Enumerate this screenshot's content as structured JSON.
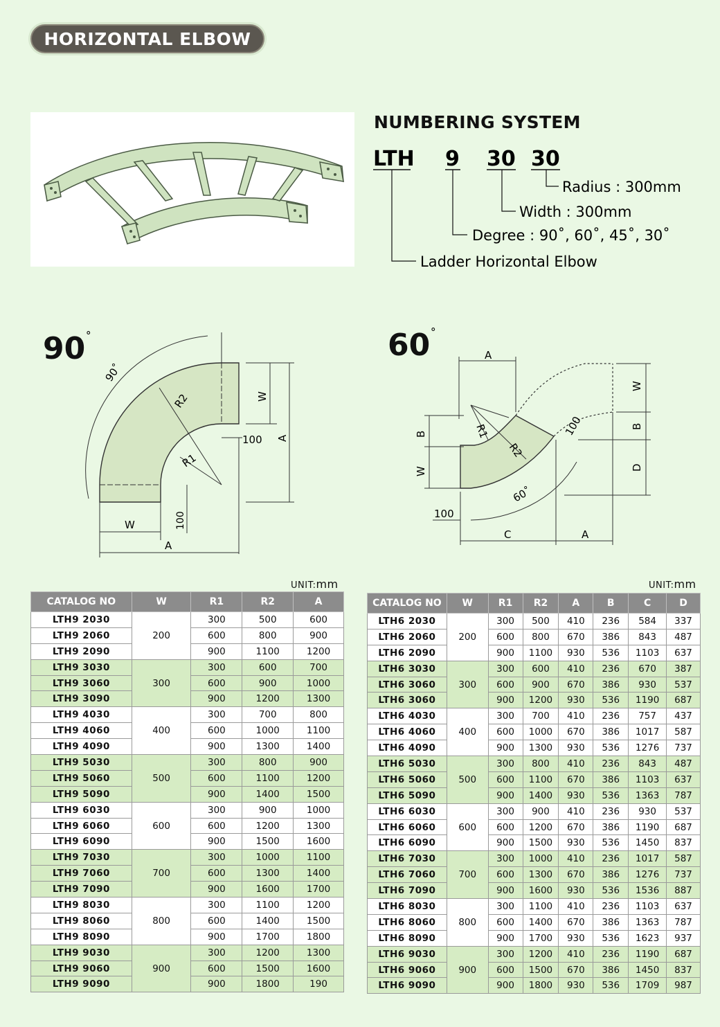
{
  "header": {
    "title": "HORIZONTAL ELBOW"
  },
  "numbering": {
    "title": "NUMBERING SYSTEM",
    "codes": [
      "LTH",
      "9",
      "30",
      "30"
    ],
    "legend": {
      "radius": "Radius : 300mm",
      "width": "Width : 300mm",
      "degree": "Degree : 90˚, 60˚, 45˚, 30˚",
      "type": "Ladder Horizontal Elbow"
    }
  },
  "diagram90": {
    "title": "90",
    "deg_mark": "˚",
    "arc_label": "90˚",
    "labels": {
      "r1": "R1",
      "r2": "R2",
      "w_top": "W",
      "w_bottom": "W",
      "a_right": "A",
      "a_bottom": "A",
      "d100_right": "100",
      "d100_bottom": "100"
    }
  },
  "diagram60": {
    "title": "60",
    "deg_mark": "˚",
    "arc_label": "60˚",
    "labels": {
      "a_top": "A",
      "a_bottom": "A",
      "c": "C",
      "b_left": "B",
      "w_left": "W",
      "w_right": "W",
      "b_right": "B",
      "d": "D",
      "r1": "R1",
      "r2": "R2",
      "d100_left": "100",
      "d100_right": "100"
    }
  },
  "table90": {
    "unit_prefix": "UNIT:",
    "unit": "mm",
    "headers": [
      "CATALOG NO",
      "W",
      "R1",
      "R2",
      "A"
    ],
    "groups": [
      {
        "w": "200",
        "rows": [
          [
            "LTH9 2030",
            "300",
            "500",
            "600"
          ],
          [
            "LTH9 2060",
            "600",
            "800",
            "900"
          ],
          [
            "LTH9 2090",
            "900",
            "1100",
            "1200"
          ]
        ]
      },
      {
        "w": "300",
        "rows": [
          [
            "LTH9 3030",
            "300",
            "600",
            "700"
          ],
          [
            "LTH9 3060",
            "600",
            "900",
            "1000"
          ],
          [
            "LTH9 3090",
            "900",
            "1200",
            "1300"
          ]
        ]
      },
      {
        "w": "400",
        "rows": [
          [
            "LTH9 4030",
            "300",
            "700",
            "800"
          ],
          [
            "LTH9 4060",
            "600",
            "1000",
            "1100"
          ],
          [
            "LTH9 4090",
            "900",
            "1300",
            "1400"
          ]
        ]
      },
      {
        "w": "500",
        "rows": [
          [
            "LTH9 5030",
            "300",
            "800",
            "900"
          ],
          [
            "LTH9 5060",
            "600",
            "1100",
            "1200"
          ],
          [
            "LTH9 5090",
            "900",
            "1400",
            "1500"
          ]
        ]
      },
      {
        "w": "600",
        "rows": [
          [
            "LTH9 6030",
            "300",
            "900",
            "1000"
          ],
          [
            "LTH9 6060",
            "600",
            "1200",
            "1300"
          ],
          [
            "LTH9 6090",
            "900",
            "1500",
            "1600"
          ]
        ]
      },
      {
        "w": "700",
        "rows": [
          [
            "LTH9 7030",
            "300",
            "1000",
            "1100"
          ],
          [
            "LTH9 7060",
            "600",
            "1300",
            "1400"
          ],
          [
            "LTH9 7090",
            "900",
            "1600",
            "1700"
          ]
        ]
      },
      {
        "w": "800",
        "rows": [
          [
            "LTH9 8030",
            "300",
            "1100",
            "1200"
          ],
          [
            "LTH9 8060",
            "600",
            "1400",
            "1500"
          ],
          [
            "LTH9 8090",
            "900",
            "1700",
            "1800"
          ]
        ]
      },
      {
        "w": "900",
        "rows": [
          [
            "LTH9 9030",
            "300",
            "1200",
            "1300"
          ],
          [
            "LTH9 9060",
            "600",
            "1500",
            "1600"
          ],
          [
            "LTH9 9090",
            "900",
            "1800",
            "190"
          ]
        ]
      }
    ]
  },
  "table60": {
    "unit_prefix": "UNIT:",
    "unit": "mm",
    "headers": [
      "CATALOG NO",
      "W",
      "R1",
      "R2",
      "A",
      "B",
      "C",
      "D"
    ],
    "groups": [
      {
        "w": "200",
        "rows": [
          [
            "LTH6 2030",
            "300",
            "500",
            "410",
            "236",
            "584",
            "337"
          ],
          [
            "LTH6 2060",
            "600",
            "800",
            "670",
            "386",
            "843",
            "487"
          ],
          [
            "LTH6 2090",
            "900",
            "1100",
            "930",
            "536",
            "1103",
            "637"
          ]
        ]
      },
      {
        "w": "300",
        "rows": [
          [
            "LTH6 3030",
            "300",
            "600",
            "410",
            "236",
            "670",
            "387"
          ],
          [
            "LTH6 3060",
            "600",
            "900",
            "670",
            "386",
            "930",
            "537"
          ],
          [
            "LTH6 3060",
            "900",
            "1200",
            "930",
            "536",
            "1190",
            "687"
          ]
        ]
      },
      {
        "w": "400",
        "rows": [
          [
            "LTH6 4030",
            "300",
            "700",
            "410",
            "236",
            "757",
            "437"
          ],
          [
            "LTH6 4060",
            "600",
            "1000",
            "670",
            "386",
            "1017",
            "587"
          ],
          [
            "LTH6 4090",
            "900",
            "1300",
            "930",
            "536",
            "1276",
            "737"
          ]
        ]
      },
      {
        "w": "500",
        "rows": [
          [
            "LTH6 5030",
            "300",
            "800",
            "410",
            "236",
            "843",
            "487"
          ],
          [
            "LTH6 5060",
            "600",
            "1100",
            "670",
            "386",
            "1103",
            "637"
          ],
          [
            "LTH6 5090",
            "900",
            "1400",
            "930",
            "536",
            "1363",
            "787"
          ]
        ]
      },
      {
        "w": "600",
        "rows": [
          [
            "LTH6 6030",
            "300",
            "900",
            "410",
            "236",
            "930",
            "537"
          ],
          [
            "LTH6 6060",
            "600",
            "1200",
            "670",
            "386",
            "1190",
            "687"
          ],
          [
            "LTH6 6090",
            "900",
            "1500",
            "930",
            "536",
            "1450",
            "837"
          ]
        ]
      },
      {
        "w": "700",
        "rows": [
          [
            "LTH6 7030",
            "300",
            "1000",
            "410",
            "236",
            "1017",
            "587"
          ],
          [
            "LTH6 7060",
            "600",
            "1300",
            "670",
            "386",
            "1276",
            "737"
          ],
          [
            "LTH6 7090",
            "900",
            "1600",
            "930",
            "536",
            "1536",
            "887"
          ]
        ]
      },
      {
        "w": "800",
        "rows": [
          [
            "LTH6 8030",
            "300",
            "1100",
            "410",
            "236",
            "1103",
            "637"
          ],
          [
            "LTH6 8060",
            "600",
            "1400",
            "670",
            "386",
            "1363",
            "787"
          ],
          [
            "LTH6 8090",
            "900",
            "1700",
            "930",
            "536",
            "1623",
            "937"
          ]
        ]
      },
      {
        "w": "900",
        "rows": [
          [
            "LTH6 9030",
            "300",
            "1200",
            "410",
            "236",
            "1190",
            "687"
          ],
          [
            "LTH6 9060",
            "600",
            "1500",
            "670",
            "386",
            "1450",
            "837"
          ],
          [
            "LTH6 9090",
            "900",
            "1800",
            "930",
            "536",
            "1709",
            "987"
          ]
        ]
      }
    ]
  }
}
